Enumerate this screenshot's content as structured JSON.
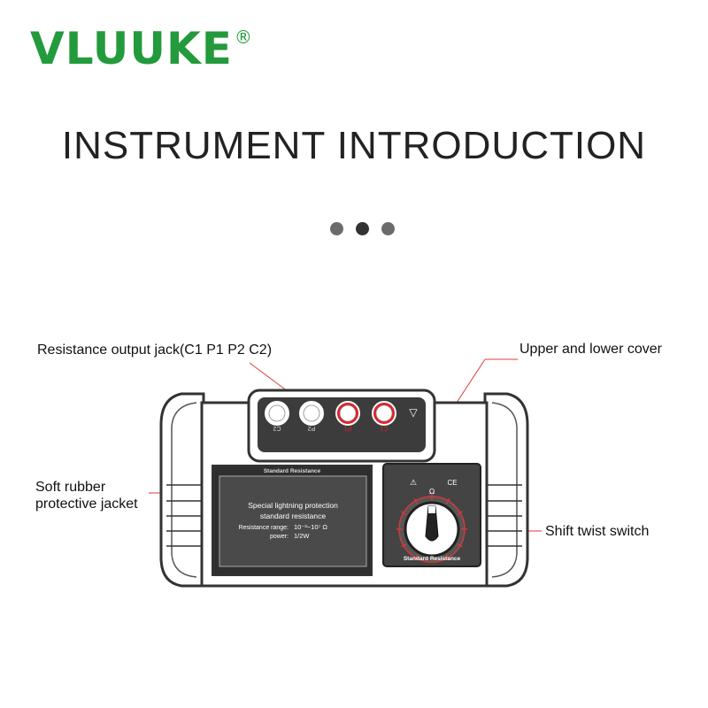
{
  "brand": {
    "name": "VLUUKE",
    "mark": "®",
    "color": "#239a3b"
  },
  "heading": "INSTRUMENT INTRODUCTION",
  "pager": {
    "count": 3,
    "active": 2
  },
  "callouts": {
    "jack": "Resistance output jack(C1 P1 P2 C2)",
    "cover": "Upper and lower cover",
    "jacket_line1": "Soft rubber",
    "jacket_line2": "protective jacket",
    "switch": "Shift twist switch"
  },
  "device": {
    "jack_labels": [
      "C2",
      "P2",
      "P1",
      "C1"
    ],
    "jack_colors": [
      "#ffffff",
      "#ffffff",
      "#e0202a",
      "#e0202a"
    ],
    "panel_header": "Standard Resistance",
    "panel_line1": "Special lightning protection",
    "panel_line2": "standard resistance",
    "range_label": "Resistance range:",
    "range_value": "10⁻³~10⁷ Ω",
    "power_label": "power:",
    "power_value": "1/2W",
    "warning_symbol": "⚠",
    "ce_mark": "CE",
    "ohm_symbol": "Ω",
    "dial_label": "Standard Resistance"
  }
}
